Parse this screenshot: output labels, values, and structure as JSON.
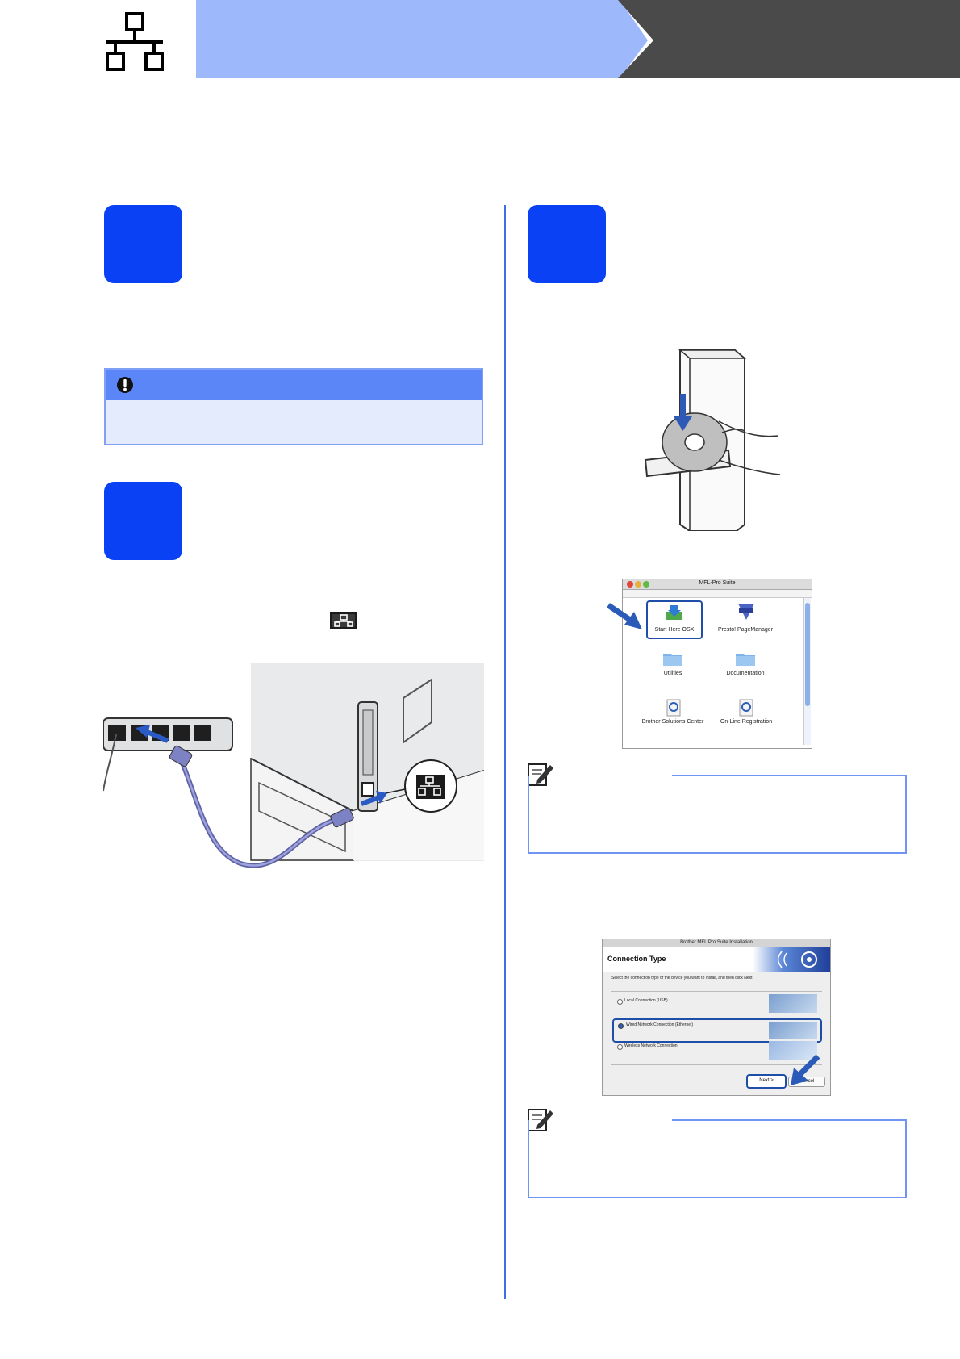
{
  "header": {
    "network_icon": "network-icon"
  },
  "left": {
    "important_icon": "exclamation-icon",
    "lan_port_icon": "network-port-icon"
  },
  "right": {
    "mac_window": {
      "title": "MFL-Pro Suite",
      "items": [
        {
          "label": "Start Here OSX"
        },
        {
          "label": "Presto! PageManager"
        },
        {
          "label": "Utilities"
        },
        {
          "label": "Documentation"
        },
        {
          "label": "Brother Solutions Center"
        },
        {
          "label": "On-Line Registration"
        }
      ]
    },
    "note_icon": "note-pencil-icon",
    "installer": {
      "window_title": "Brother MFL Pro Suite Installation",
      "heading": "Connection Type",
      "instruction": "Select the connection type of the device you want to install, and then click Next.",
      "options": [
        {
          "label": "Local Connection (USB)"
        },
        {
          "label": "Wired Network Connection (Ethernet)"
        },
        {
          "label": "Wireless Network Connection"
        }
      ],
      "next_label": "Next >",
      "cancel_label": "Cancel"
    }
  }
}
